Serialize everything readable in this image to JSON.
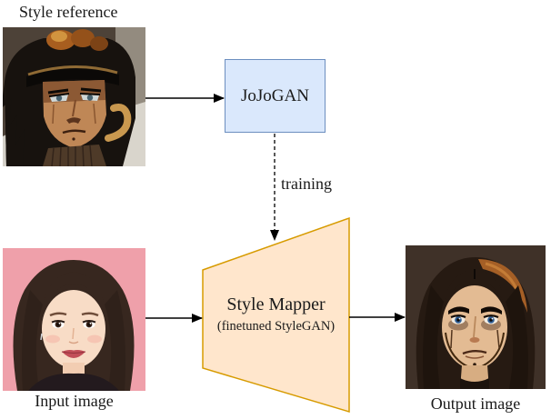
{
  "nodes": {
    "style_reference": {
      "label": "Style reference",
      "image": "anime-character-portrait"
    },
    "jojogan": {
      "label": "JoJoGAN"
    },
    "style_mapper": {
      "title": "Style Mapper",
      "subtitle": "(finetuned StyleGAN)"
    },
    "input": {
      "label": "Input image",
      "image": "woman-photo-portrait"
    },
    "output": {
      "label": "Output image",
      "image": "stylized-anime-face-portrait"
    }
  },
  "edges": {
    "training": {
      "label": "training"
    }
  },
  "colors": {
    "jojogan_fill": "#dae8fc",
    "jojogan_border": "#6c8ebf",
    "mapper_fill": "#ffe6cc",
    "mapper_border": "#d79b00",
    "arrow": "#000000",
    "background": "#ffffff"
  }
}
